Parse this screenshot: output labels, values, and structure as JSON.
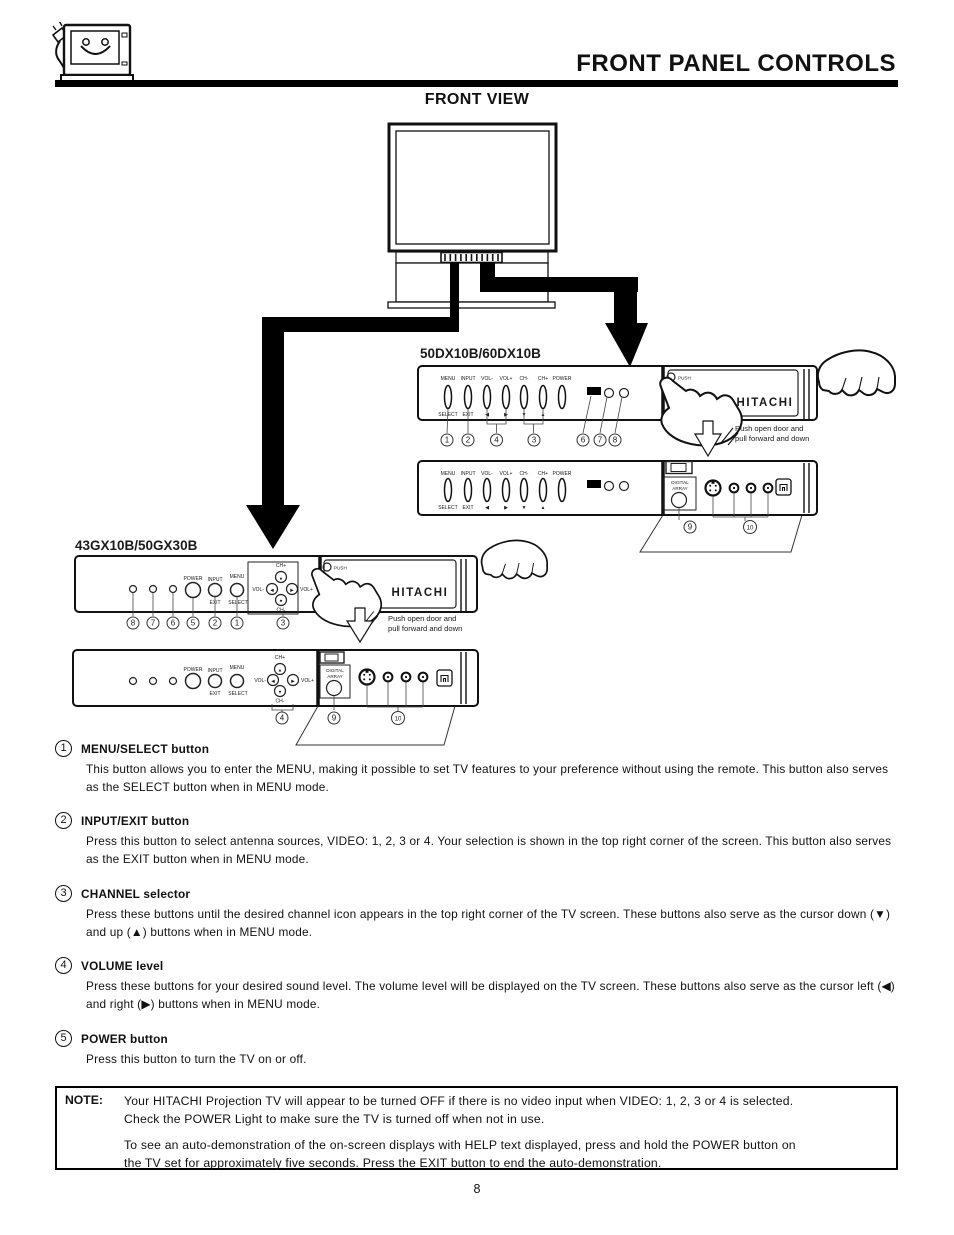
{
  "header": {
    "title": "FRONT PANEL CONTROLS",
    "subtitle": "FRONT VIEW"
  },
  "diagram": {
    "model_dx": "50DX10B/60DX10B",
    "model_gx": "43GX10B/50GX30B",
    "brand": "HITACHI",
    "push": "PUSH",
    "door_note1": "Push open door and",
    "door_note2": "pull forward and down",
    "digital1": "DIGITAL",
    "digital2": "ARRAY",
    "dx_top": [
      "MENU",
      "INPUT",
      "VOL-",
      "VOL+",
      "CH-",
      "CH+",
      "POWER"
    ],
    "dx_bottom": [
      "SELECT",
      "EXIT",
      "◀",
      "▶",
      "▼",
      "▲"
    ],
    "gx": {
      "power": "POWER",
      "input": "INPUT",
      "menu": "MENU",
      "exit": "EXIT",
      "select": "SELECT",
      "ch_plus": "CH+",
      "ch_minus": "CH-",
      "vol_minus": "VOL-",
      "vol_plus": "VOL+",
      "up": "▲",
      "down": "▼",
      "left": "◀",
      "right": "▶"
    },
    "callouts": {
      "c1": "1",
      "c2": "2",
      "c3": "3",
      "c4": "4",
      "c5": "5",
      "c6": "6",
      "c7": "7",
      "c8": "8",
      "c9": "9",
      "c10": "10"
    }
  },
  "sections": [
    {
      "num": "1",
      "title": "MENU/SELECT button",
      "body": "This button allows you to enter the MENU, making it possible to set TV features to your preference without using the remote.  This button also serves as the SELECT button when in MENU mode."
    },
    {
      "num": "2",
      "title": "INPUT/EXIT button",
      "body": "Press this button to select antenna sources, VIDEO: 1, 2, 3 or 4.  Your selection is shown in the top right corner of the screen.  This button also serves as the EXIT button when in MENU mode."
    },
    {
      "num": "3",
      "title": "CHANNEL selector",
      "body": "Press these buttons until the desired channel icon appears in the top right corner of the TV screen.  These buttons also serve as the cursor down (▼) and up (▲) buttons when in MENU mode."
    },
    {
      "num": "4",
      "title": "VOLUME level",
      "body": "Press these buttons for your desired sound level.  The volume level will be displayed on the TV screen.  These buttons also serve as the cursor left (◀) and right (▶) buttons when in MENU mode."
    },
    {
      "num": "5",
      "title": "POWER button",
      "body": "Press this button to turn the TV on or off."
    }
  ],
  "note": {
    "label": "NOTE:",
    "para1": "Your HITACHI Projection TV will appear to be turned OFF if there is no video input when VIDEO: 1, 2, 3 or 4 is selected.  Check the POWER Light to make sure the TV is turned off when not in use.",
    "para2": "To see an auto-demonstration of the on-screen displays with HELP text displayed, press and hold the POWER button on the TV set for approximately five seconds.  Press the EXIT button to end the auto-demonstration."
  },
  "footer": {
    "page": "8"
  }
}
